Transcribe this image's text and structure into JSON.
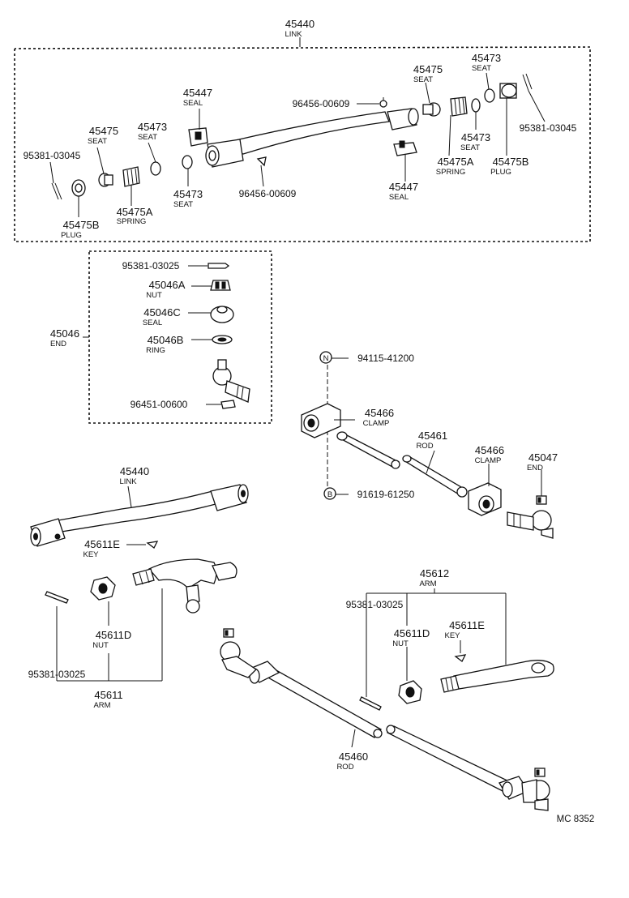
{
  "labels": {
    "link_top_num": "45440",
    "link_top_name": "LINK",
    "seat_a_num": "45475",
    "seat_a_name": "SEAT",
    "seat_b_num": "45473",
    "seat_b_name": "SEAT",
    "seal_a_num": "45447",
    "seal_a_name": "SEAL",
    "pin_a": "95381-03045",
    "plug_a_num": "45475B",
    "plug_a_name": "PLUG",
    "spring_a_num": "45475A",
    "spring_a_name": "SPRING",
    "seat_c_num": "45473",
    "seat_c_name": "SEAT",
    "grease_a": "96456-00609",
    "grease_b": "96456-00609",
    "seat_d_num": "45475",
    "seat_d_name": "SEAT",
    "seat_e_num": "45473",
    "seat_e_name": "SEAT",
    "seat_f_num": "45473",
    "seat_f_name": "SEAT",
    "pin_b": "95381-03045",
    "spring_b_num": "45475A",
    "spring_b_name": "SPRING",
    "plug_b_num": "45475B",
    "plug_b_name": "PLUG",
    "seal_b_num": "45447",
    "seal_b_name": "SEAL",
    "end_pin": "95381-03025",
    "end_nut_num": "45046A",
    "end_nut_name": "NUT",
    "end_seal_num": "45046C",
    "end_seal_name": "SEAL",
    "end_ring_num": "45046B",
    "end_ring_name": "RING",
    "end_grease": "96451-00600",
    "end_num": "45046",
    "end_name": "END",
    "n_circle": "N",
    "n_code": "94115-41200",
    "b_circle": "B",
    "b_code": "91619-61250",
    "clamp_a_num": "45466",
    "clamp_a_name": "CLAMP",
    "rod_b_num": "45461",
    "rod_b_name": "ROD",
    "clamp_b_num": "45466",
    "clamp_b_name": "CLAMP",
    "end2_num": "45047",
    "end2_name": "END",
    "link2_num": "45440",
    "link2_name": "LINK",
    "key_a_num": "45611E",
    "key_a_name": "KEY",
    "nut_a_num": "45611D",
    "nut_a_name": "NUT",
    "pin_c": "95381-03025",
    "arm_a_num": "45611",
    "arm_a_name": "ARM",
    "arm_b_num": "45612",
    "arm_b_name": "ARM",
    "pin_d": "95381-03025",
    "nut_b_num": "45611D",
    "nut_b_name": "NUT",
    "key_b_num": "45611E",
    "key_b_name": "KEY",
    "rod_a_num": "45460",
    "rod_a_name": "ROD",
    "code": "MC 8352"
  }
}
